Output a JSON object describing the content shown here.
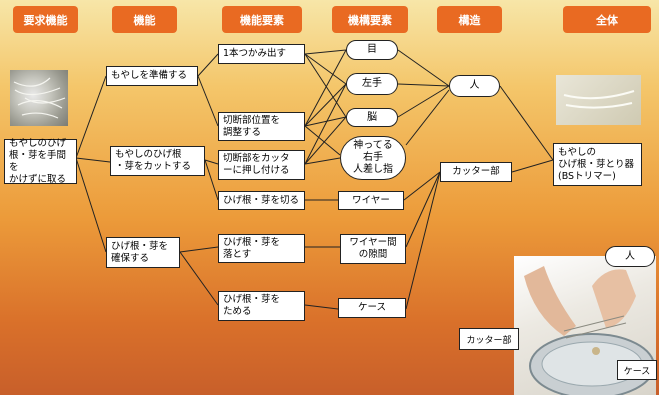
{
  "headers": {
    "h1": "要求機能",
    "h2": "機能",
    "h3": "機能要素",
    "h4": "機構要素",
    "h5": "構造",
    "h6": "全体"
  },
  "requirement": "もやしのひげ\n根・芽を手間を\nかけずに取る",
  "functions": {
    "f1": "もやしを準備する",
    "f2": "もやしのひげ根\n・芽をカットする",
    "f3": "ひげ根・芽を\n確保する"
  },
  "function_elements": {
    "e1": "1本つかみ出す",
    "e2": "切断部位置を\n調整する",
    "e3": "切断部をカッタ\nーに押し付ける",
    "e4": "ひげ根・芽を切る",
    "e5": "ひげ根・芽を\n落とす",
    "e6": "ひげ根・芽を\nためる"
  },
  "mechanisms": {
    "m1": "目",
    "m2": "左手",
    "m3": "脳",
    "m4": "神ってる\n右手\n人差し指",
    "m5": "ワイヤー",
    "m6": "ワイヤー間\nの隙間",
    "m7": "ケース"
  },
  "structures": {
    "s1": "人",
    "s2": "カッター部"
  },
  "whole": "もやしの\nひげ根・芽とり器\n(BSトリマー)",
  "photo_labels": {
    "person": "人",
    "cutter": "カッター部",
    "case": "ケース"
  },
  "colors": {
    "header": "#e96a22",
    "bg_top": "#f7e6a8",
    "bg_bottom": "#c85f2a"
  }
}
